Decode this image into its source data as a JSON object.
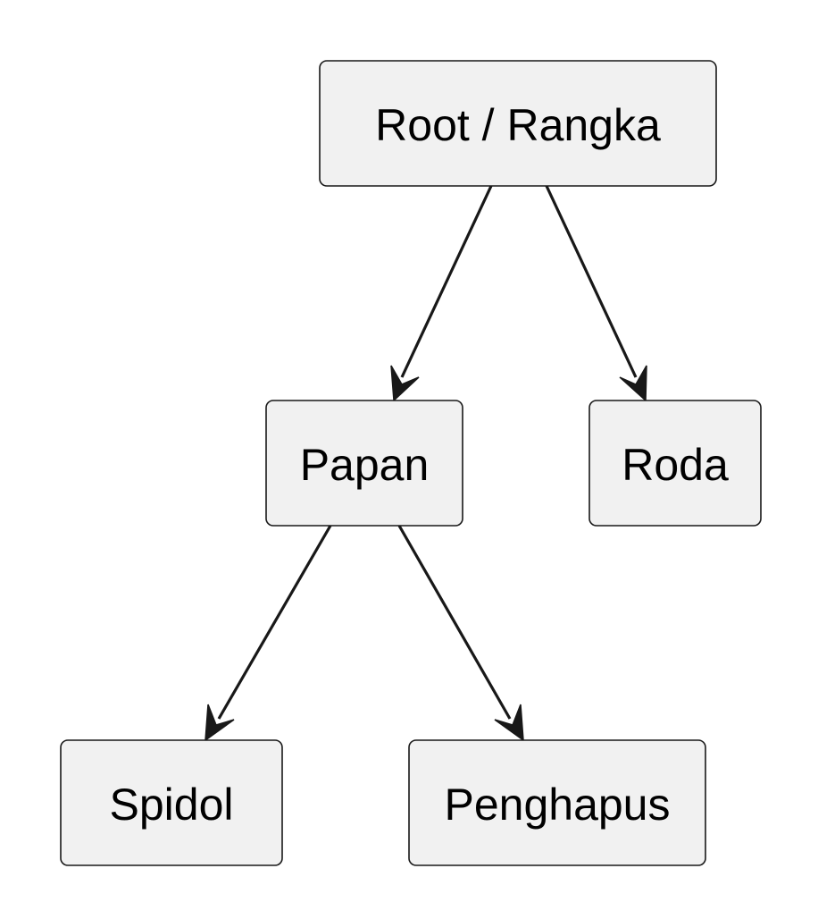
{
  "diagram": {
    "type": "tree",
    "nodes": {
      "root": {
        "label": "Root / Rangka"
      },
      "papan": {
        "label": "Papan"
      },
      "roda": {
        "label": "Roda"
      },
      "spidol": {
        "label": "Spidol"
      },
      "penghapus": {
        "label": "Penghapus"
      }
    },
    "edges": [
      {
        "from": "root",
        "to": "papan"
      },
      {
        "from": "root",
        "to": "roda"
      },
      {
        "from": "papan",
        "to": "spidol"
      },
      {
        "from": "papan",
        "to": "penghapus"
      }
    ],
    "colors": {
      "node_fill": "#f1f1f1",
      "node_border": "#181818",
      "edge": "#181818",
      "text": "#000000"
    }
  }
}
